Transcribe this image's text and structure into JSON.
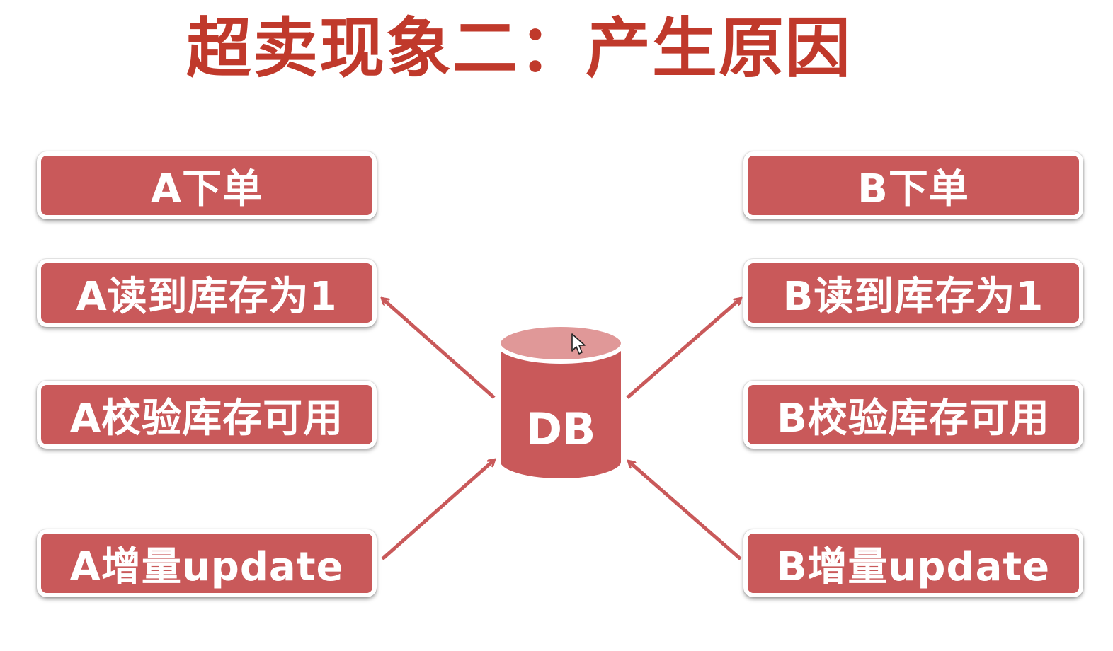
{
  "title": "超卖现象二：产生原因",
  "colors": {
    "title": "#c0392b",
    "box_fill": "#c9595a",
    "arrow": "#c9595a",
    "db_top": "#e09898"
  },
  "left_column": {
    "order": "A下单",
    "read": "A读到库存为1",
    "check": "A校验库存可用",
    "update": "A增量update"
  },
  "right_column": {
    "order": "B下单",
    "read": "B读到库存为1",
    "check": "B校验库存可用",
    "update": "B增量update"
  },
  "database": {
    "label": "DB"
  }
}
